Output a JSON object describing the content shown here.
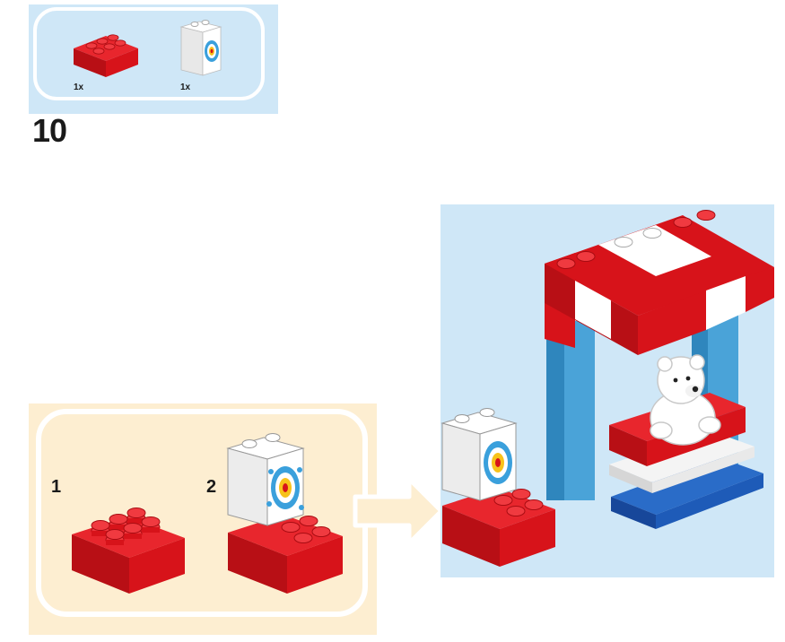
{
  "parts_list": {
    "items": [
      {
        "part": "red-2x3-brick",
        "quantity": "1x"
      },
      {
        "part": "white-target-tile",
        "quantity": "1x"
      }
    ]
  },
  "step": {
    "number": "10"
  },
  "sub_steps": [
    {
      "number": "1"
    },
    {
      "number": "2"
    }
  ],
  "colors": {
    "brick_red": "#d7131a",
    "brick_white": "#ffffff",
    "roof_white": "#f4f4f4",
    "pillar_blue": "#4aa3d8",
    "base_blue": "#1e5bb8",
    "target_blue": "#3aa0dc",
    "target_yellow": "#f7c21a",
    "panel_blue": "#cfe7f7",
    "panel_cream": "#fdeed1"
  },
  "icons": [
    "arrow-right-icon",
    "polar-bear-figure",
    "target-icon"
  ]
}
